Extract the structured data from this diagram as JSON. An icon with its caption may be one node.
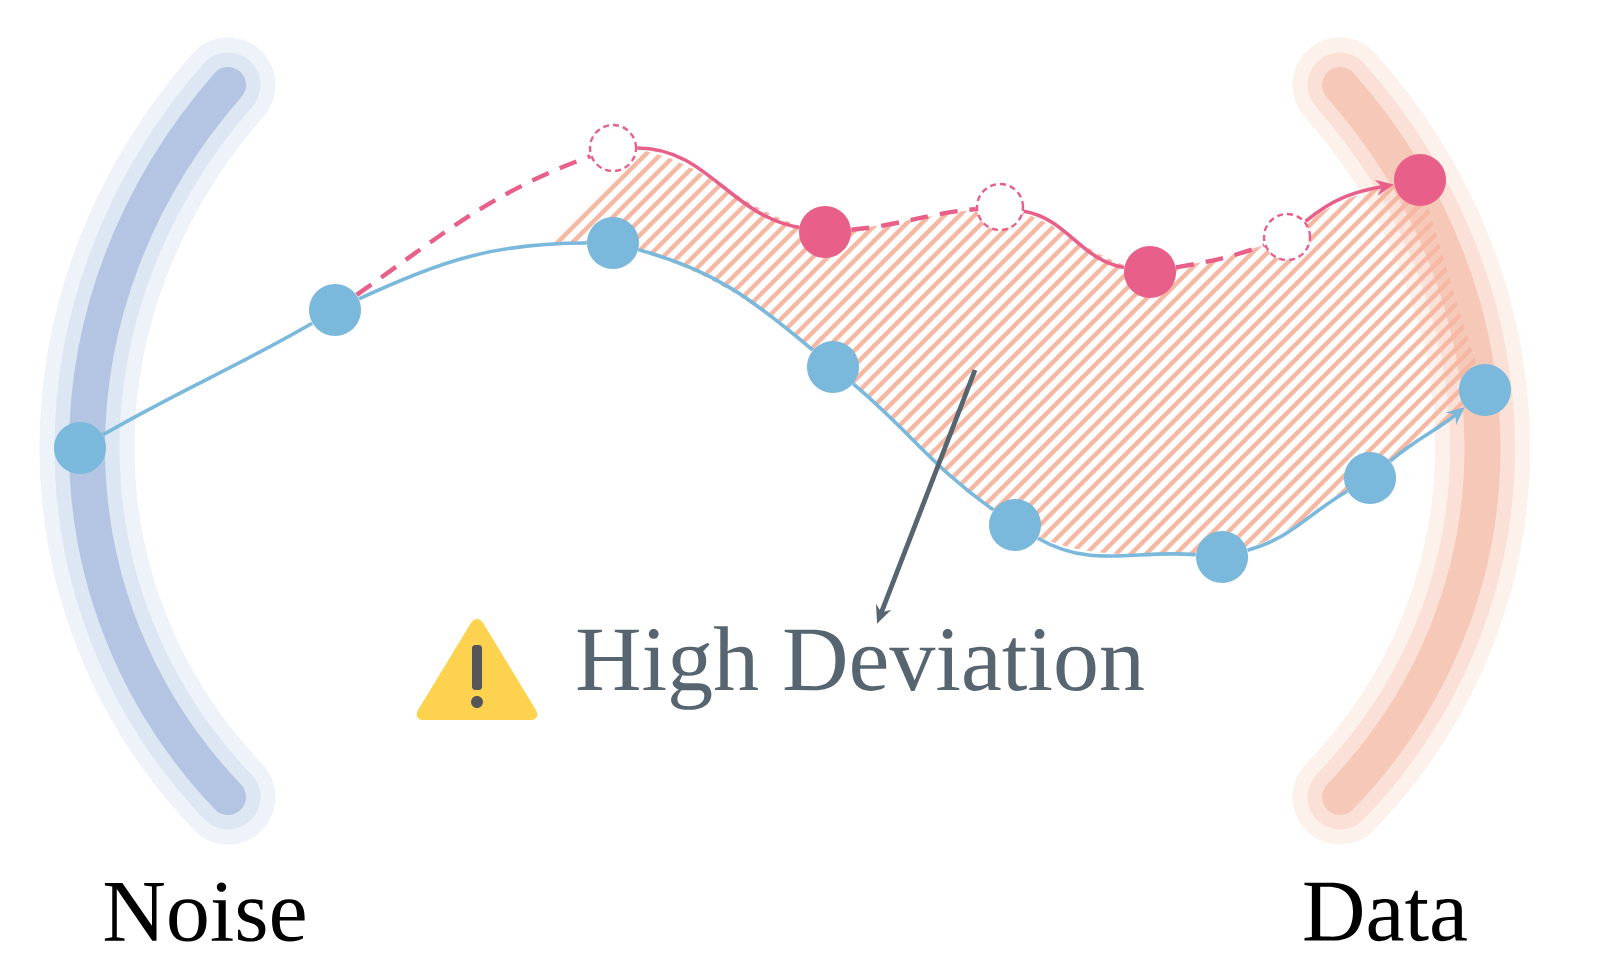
{
  "diagram": {
    "nodes": [
      {
        "text": [],
        "shape": "circle"
      },
      {
        "text": [],
        "shape": "circle"
      },
      {
        "text": [],
        "shape": "circle"
      },
      {
        "text": [],
        "shape": "circle"
      },
      {
        "text": [],
        "shape": "circle"
      },
      {
        "text": [],
        "shape": "circle"
      },
      {
        "text": [],
        "shape": "circle"
      },
      {
        "text": [],
        "shape": "circle"
      },
      {
        "text": [],
        "shape": "circle"
      },
      {
        "text": [],
        "shape": "circle"
      },
      {
        "text": [],
        "shape": "circle"
      },
      {
        "text": [],
        "shape": "circle"
      },
      {
        "text": [],
        "shape": "circle"
      },
      {
        "text": [],
        "shape": "circle"
      },
      {
        "text": [
          "High Deviation"
        ]
      }
    ],
    "edges": [
      {
        "from": 0,
        "to": 1,
        "arrow": "none"
      },
      {
        "from": 1,
        "to": 2,
        "arrow": "none"
      },
      {
        "from": 2,
        "to": 3,
        "arrow": "none"
      },
      {
        "from": 3,
        "to": 4,
        "arrow": "none"
      },
      {
        "from": 4,
        "to": 5,
        "arrow": "none"
      },
      {
        "from": 5,
        "to": 6,
        "arrow": "none"
      },
      {
        "from": 6,
        "to": 7,
        "arrow": "to"
      },
      {
        "from": 1,
        "to": 8,
        "arrow": "none",
        "style": "dashed",
        "color": "#e8608a"
      },
      {
        "from": 8,
        "to": 9,
        "arrow": "none",
        "color": "#e8608a"
      },
      {
        "from": 9,
        "to": 10,
        "arrow": "none",
        "style": "dashed",
        "color": "#e8608a"
      },
      {
        "from": 10,
        "to": 11,
        "arrow": "none",
        "color": "#e8608a"
      },
      {
        "from": 11,
        "to": 12,
        "arrow": "none",
        "style": "dashed",
        "color": "#e8608a"
      },
      {
        "from": 12,
        "to": 13,
        "arrow": "to",
        "color": "#e8608a"
      },
      {
        "from": null,
        "to": 14,
        "arrow": "to",
        "color": "#56656f"
      }
    ],
    "labels": [
      "Noise",
      "Data"
    ]
  }
}
